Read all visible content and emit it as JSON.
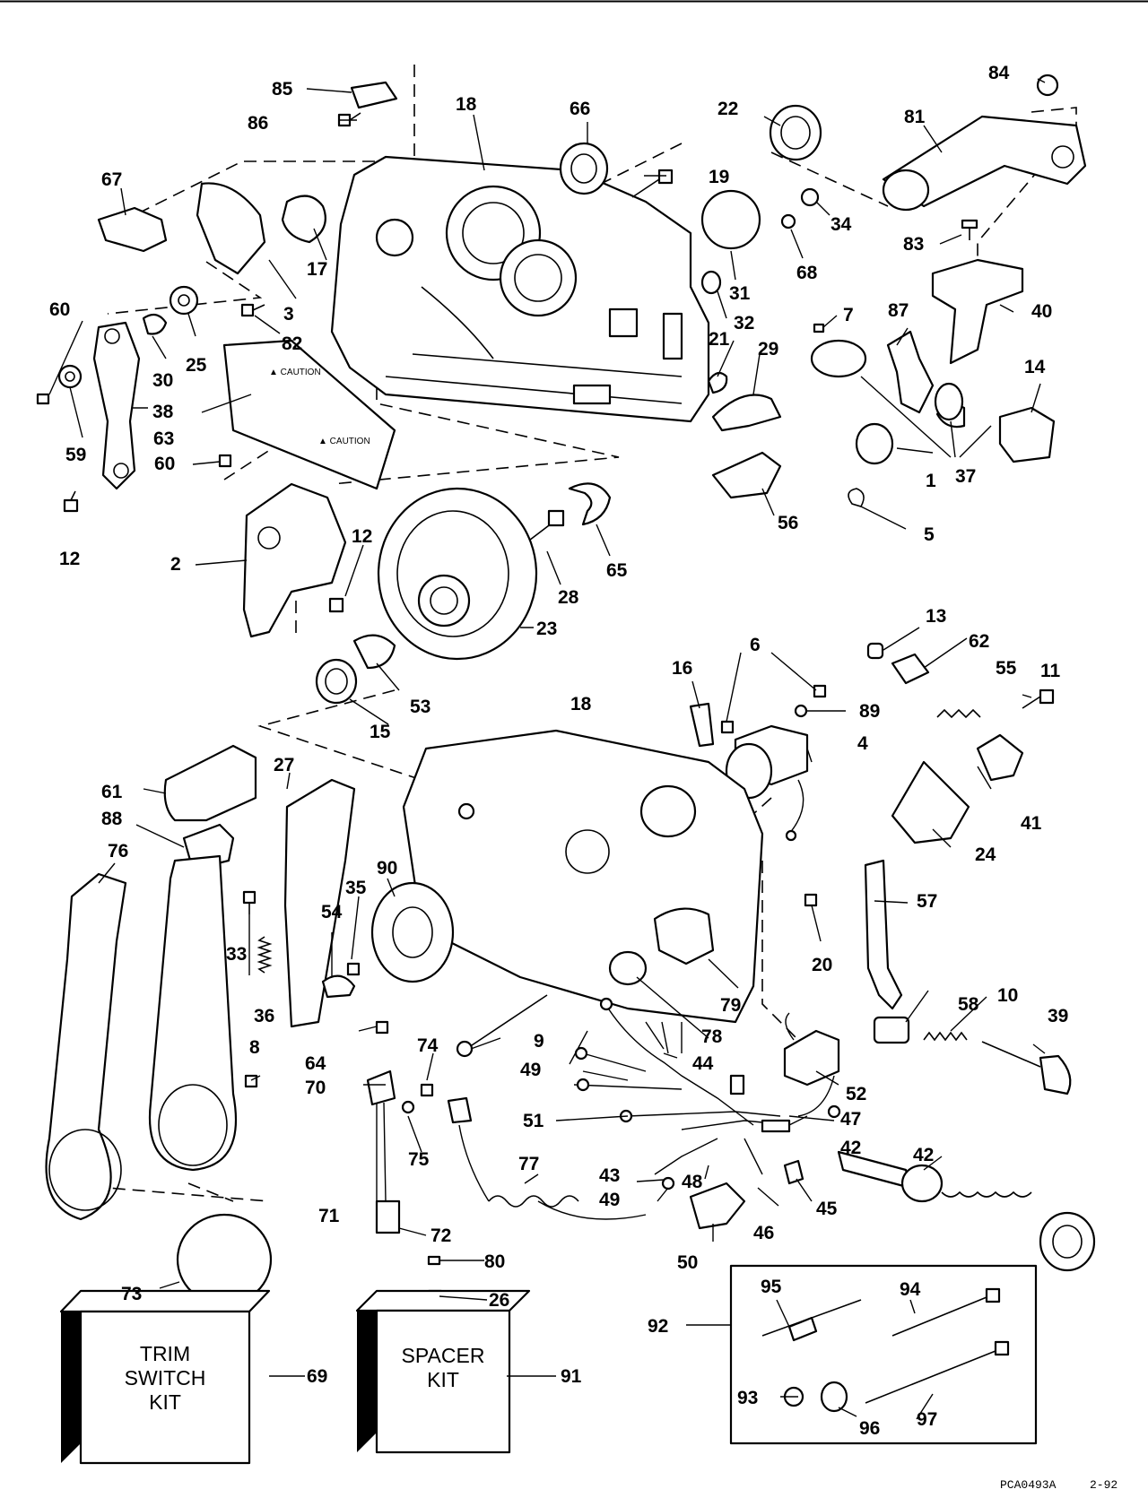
{
  "labels": [
    {
      "id": "85",
      "text": "85"
    },
    {
      "id": "86",
      "text": "86"
    },
    {
      "id": "18a",
      "text": "18"
    },
    {
      "id": "66",
      "text": "66"
    },
    {
      "id": "22",
      "text": "22"
    },
    {
      "id": "84",
      "text": "84"
    },
    {
      "id": "81",
      "text": "81"
    },
    {
      "id": "67",
      "text": "67"
    },
    {
      "id": "19",
      "text": "19"
    },
    {
      "id": "34",
      "text": "34"
    },
    {
      "id": "83",
      "text": "83"
    },
    {
      "id": "68",
      "text": "68"
    },
    {
      "id": "17",
      "text": "17"
    },
    {
      "id": "3",
      "text": "3"
    },
    {
      "id": "31",
      "text": "31"
    },
    {
      "id": "40",
      "text": "40"
    },
    {
      "id": "60a",
      "text": "60"
    },
    {
      "id": "82",
      "text": "82"
    },
    {
      "id": "25",
      "text": "25"
    },
    {
      "id": "30",
      "text": "30"
    },
    {
      "id": "21",
      "text": "21"
    },
    {
      "id": "7",
      "text": "7"
    },
    {
      "id": "87",
      "text": "87"
    },
    {
      "id": "32",
      "text": "32"
    },
    {
      "id": "29",
      "text": "29"
    },
    {
      "id": "14",
      "text": "14"
    },
    {
      "id": "38",
      "text": "38"
    },
    {
      "id": "59",
      "text": "59"
    },
    {
      "id": "63",
      "text": "63"
    },
    {
      "id": "60b",
      "text": "60"
    },
    {
      "id": "37",
      "text": "37"
    },
    {
      "id": "1",
      "text": "1"
    },
    {
      "id": "12a",
      "text": "12"
    },
    {
      "id": "12b",
      "text": "12"
    },
    {
      "id": "2",
      "text": "2"
    },
    {
      "id": "65",
      "text": "65"
    },
    {
      "id": "56",
      "text": "56"
    },
    {
      "id": "5",
      "text": "5"
    },
    {
      "id": "28",
      "text": "28"
    },
    {
      "id": "23",
      "text": "23"
    },
    {
      "id": "13",
      "text": "13"
    },
    {
      "id": "62",
      "text": "62"
    },
    {
      "id": "6",
      "text": "6"
    },
    {
      "id": "16",
      "text": "16"
    },
    {
      "id": "55",
      "text": "55"
    },
    {
      "id": "11",
      "text": "11"
    },
    {
      "id": "53",
      "text": "53"
    },
    {
      "id": "15",
      "text": "15"
    },
    {
      "id": "18b",
      "text": "18"
    },
    {
      "id": "89",
      "text": "89"
    },
    {
      "id": "4",
      "text": "4"
    },
    {
      "id": "27",
      "text": "27"
    },
    {
      "id": "61",
      "text": "61"
    },
    {
      "id": "88",
      "text": "88"
    },
    {
      "id": "41",
      "text": "41"
    },
    {
      "id": "76",
      "text": "76"
    },
    {
      "id": "24",
      "text": "24"
    },
    {
      "id": "90",
      "text": "90"
    },
    {
      "id": "35",
      "text": "35"
    },
    {
      "id": "57",
      "text": "57"
    },
    {
      "id": "54",
      "text": "54"
    },
    {
      "id": "33",
      "text": "33"
    },
    {
      "id": "20",
      "text": "20"
    },
    {
      "id": "36",
      "text": "36"
    },
    {
      "id": "79",
      "text": "79"
    },
    {
      "id": "58",
      "text": "58"
    },
    {
      "id": "10",
      "text": "10"
    },
    {
      "id": "39",
      "text": "39"
    },
    {
      "id": "78",
      "text": "78"
    },
    {
      "id": "9",
      "text": "9"
    },
    {
      "id": "64",
      "text": "64"
    },
    {
      "id": "74",
      "text": "74"
    },
    {
      "id": "8",
      "text": "8"
    },
    {
      "id": "49a",
      "text": "49"
    },
    {
      "id": "44",
      "text": "44"
    },
    {
      "id": "70",
      "text": "70"
    },
    {
      "id": "52",
      "text": "52"
    },
    {
      "id": "51",
      "text": "51"
    },
    {
      "id": "47",
      "text": "47"
    },
    {
      "id": "42a",
      "text": "42"
    },
    {
      "id": "75",
      "text": "75"
    },
    {
      "id": "42b",
      "text": "42"
    },
    {
      "id": "43",
      "text": "43"
    },
    {
      "id": "48",
      "text": "48"
    },
    {
      "id": "49b",
      "text": "49"
    },
    {
      "id": "77",
      "text": "77"
    },
    {
      "id": "45",
      "text": "45"
    },
    {
      "id": "46",
      "text": "46"
    },
    {
      "id": "71",
      "text": "71"
    },
    {
      "id": "72",
      "text": "72"
    },
    {
      "id": "50",
      "text": "50"
    },
    {
      "id": "80",
      "text": "80"
    },
    {
      "id": "73",
      "text": "73"
    },
    {
      "id": "26",
      "text": "26"
    },
    {
      "id": "95",
      "text": "95"
    },
    {
      "id": "94",
      "text": "94"
    },
    {
      "id": "92",
      "text": "92"
    },
    {
      "id": "69",
      "text": "69"
    },
    {
      "id": "91",
      "text": "91"
    },
    {
      "id": "93",
      "text": "93"
    },
    {
      "id": "96",
      "text": "96"
    },
    {
      "id": "97",
      "text": "97"
    }
  ],
  "kits": {
    "trim": {
      "line1": "TRIM",
      "line2": "SWITCH",
      "line3": "KIT"
    },
    "spacer": {
      "line1": "SPACER",
      "line2": "KIT"
    }
  },
  "footer": {
    "code": "PCA0493A",
    "date": "2-92"
  }
}
